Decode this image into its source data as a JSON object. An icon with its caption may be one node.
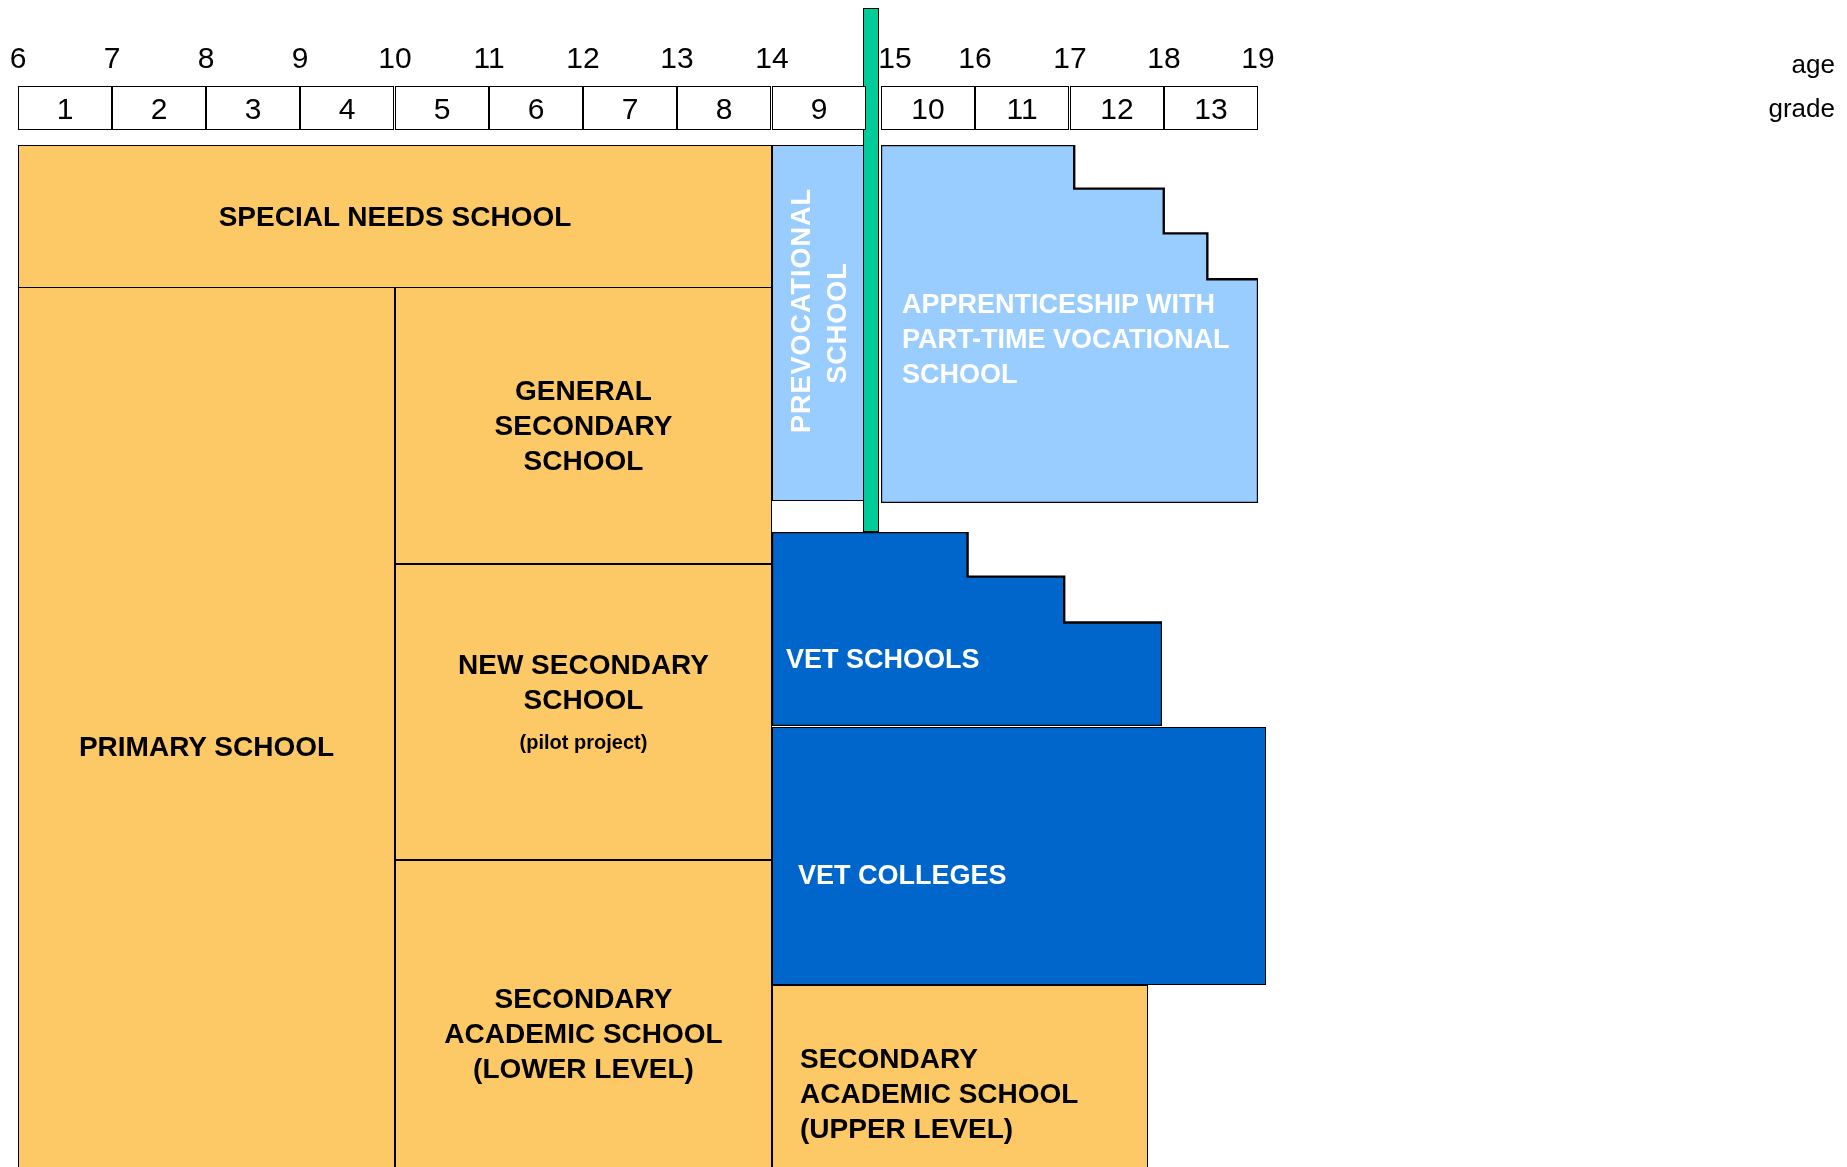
{
  "diagram": {
    "nodes": [
      {
        "text": [
          "SPECIAL NEEDS SCHOOL"
        ]
      },
      {
        "text": [
          "PRIMARY SCHOOL"
        ]
      },
      {
        "text": [
          "GENERAL SECONDARY SCHOOL"
        ]
      },
      {
        "text": [
          "NEW SECONDARY SCHOOL",
          "(pilot project)"
        ]
      },
      {
        "text": [
          "SECONDARY ACADEMIC SCHOOL (LOWER LEVEL)"
        ]
      },
      {
        "text": [
          "PREVOCATIONAL SCHOOL"
        ]
      },
      {
        "text": [
          "APPRENTICESHIP WITH PART-TIME VOCATIONAL SCHOOL"
        ]
      },
      {
        "text": [
          "VET SCHOOLS"
        ]
      },
      {
        "text": [
          "VET COLLEGES"
        ]
      },
      {
        "text": [
          "SECONDARY ACADEMIC SCHOOL (UPPER LEVEL)"
        ]
      },
      {
        "text": [],
        "shape": "bar"
      }
    ],
    "labels": [
      "6",
      "7",
      "8",
      "9",
      "10",
      "11",
      "12",
      "13",
      "14",
      "15",
      "16",
      "17",
      "18",
      "19",
      "age",
      "1",
      "2",
      "3",
      "4",
      "5",
      "6",
      "7",
      "8",
      "9",
      "10",
      "11",
      "12",
      "13",
      "grade"
    ]
  }
}
